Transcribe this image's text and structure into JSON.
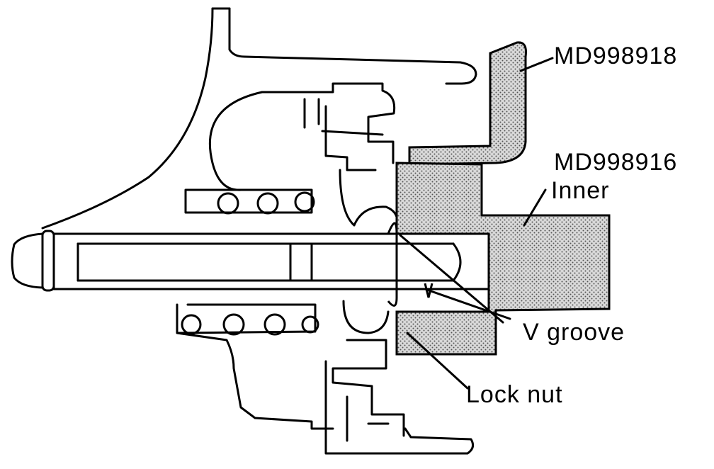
{
  "callouts": {
    "tool_1": "MD998918",
    "tool_2": "MD998916",
    "tool_2_part": "Inner",
    "v_groove": "V groove",
    "lock_nut": "Lock nut"
  },
  "colors": {
    "ink": "#000000",
    "paper": "#ffffff",
    "tool_fill": "#b5b5b5"
  }
}
